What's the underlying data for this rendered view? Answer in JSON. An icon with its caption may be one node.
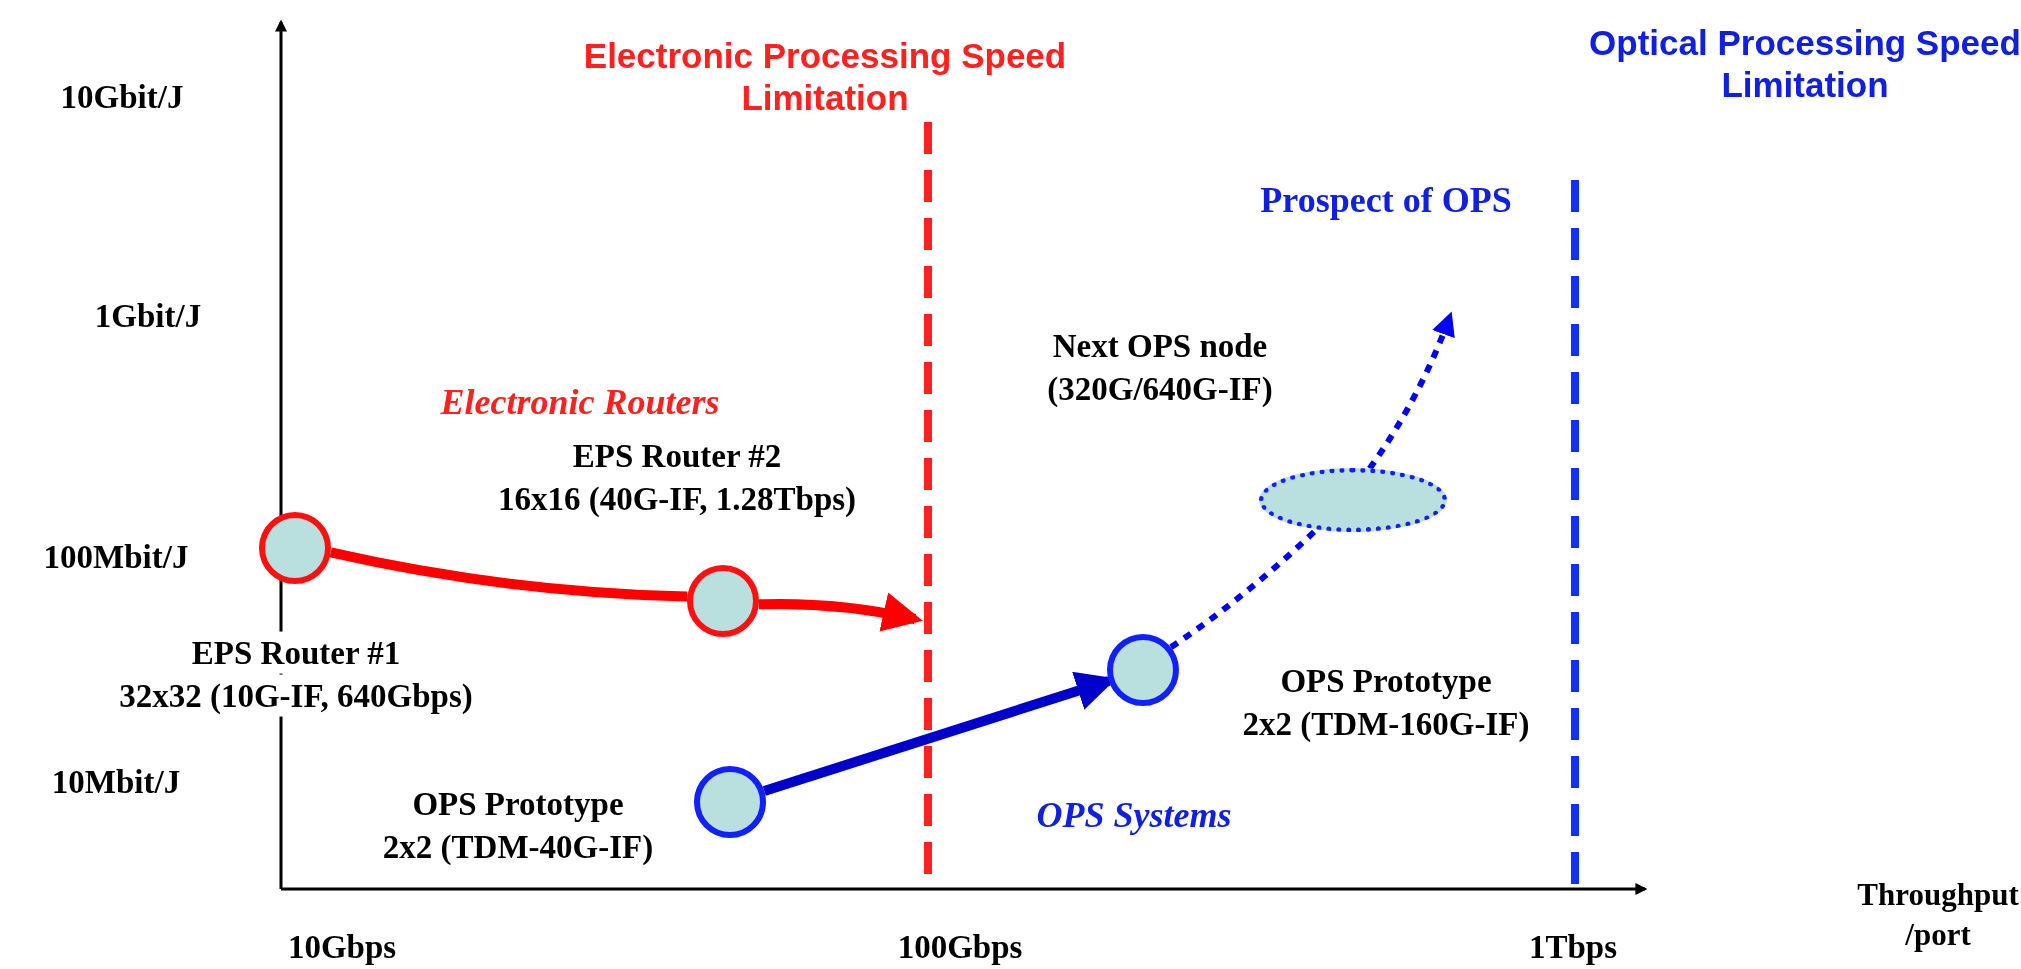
{
  "diagram": {
    "nodes": [
      {
        "text": [],
        "shape": "circle",
        "beside": [
          "EPS Router #1",
          "32x32 (10G-IF, 640Gbps)"
        ]
      },
      {
        "text": [],
        "shape": "circle",
        "beside": [
          "EPS Router #2",
          "16x16 (40G-IF, 1.28Tbps)"
        ]
      },
      {
        "text": [],
        "shape": "circle",
        "beside": [
          "OPS Prototype",
          "2x2 (TDM-40G-IF)"
        ]
      },
      {
        "text": [],
        "shape": "circle",
        "beside": [
          "OPS Prototype",
          "2x2 (TDM-160G-IF)"
        ]
      },
      {
        "text": [],
        "shape": "ellipse",
        "beside": [
          "Next OPS node",
          "(320G/640G-IF)"
        ]
      }
    ],
    "edges": [
      {
        "from": 0,
        "to": 1,
        "arrow": "none",
        "color": "#ff0000"
      },
      {
        "from": 1,
        "to": null,
        "arrow": "to",
        "color": "#ff0000"
      },
      {
        "from": 2,
        "to": 3,
        "arrow": "to",
        "color": "#0000cc"
      },
      {
        "from": 3,
        "to": 4,
        "arrow": "none",
        "style": "dashed",
        "color": "#0000ff"
      },
      {
        "from": 4,
        "to": null,
        "arrow": "to",
        "style": "dashed",
        "color": "#0000ff"
      }
    ],
    "labels": [
      "Electronic Processing Speed Limitation",
      "Optical Processing Speed Limitation",
      "10Gbit/J",
      "Prospect of OPS",
      "1Gbit/J",
      "Electronic Routers",
      "100Mbit/J",
      "10Mbit/J",
      "OPS Systems",
      "Throughput /port",
      "10Gbps",
      "100Gbps",
      "1Tbps"
    ]
  }
}
